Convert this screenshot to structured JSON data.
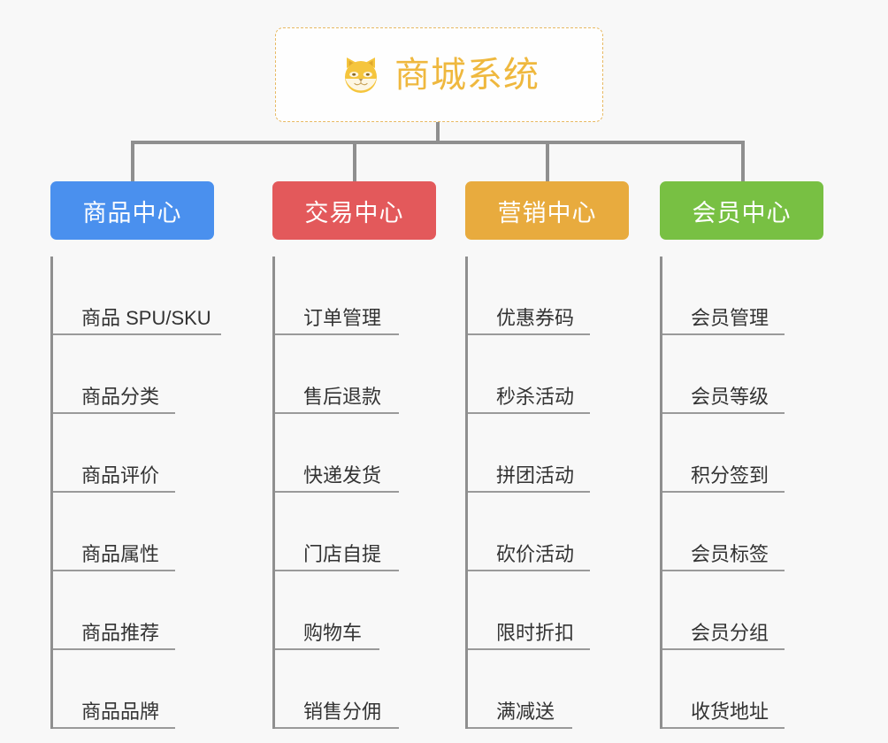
{
  "root": {
    "title": "商城系统",
    "logo_icon": "shiba-dog-icon",
    "title_color": "#efb83e",
    "border_color": "#e8b962"
  },
  "connector_color": "#8f8f8f",
  "background_color": "#f8f8f8",
  "columns": [
    {
      "title": "商品中心",
      "color": "#4a90ee",
      "items": [
        "商品 SPU/SKU",
        "商品分类",
        "商品评价",
        "商品属性",
        "商品推荐",
        "商品品牌"
      ]
    },
    {
      "title": "交易中心",
      "color": "#e3595b",
      "items": [
        "订单管理",
        "售后退款",
        "快递发货",
        "门店自提",
        "购物车",
        "销售分佣"
      ]
    },
    {
      "title": "营销中心",
      "color": "#e8ab3e",
      "items": [
        "优惠券码",
        "秒杀活动",
        "拼团活动",
        "砍价活动",
        "限时折扣",
        "满减送"
      ]
    },
    {
      "title": "会员中心",
      "color": "#78c043",
      "items": [
        "会员管理",
        "会员等级",
        "积分签到",
        "会员标签",
        "会员分组",
        "收货地址"
      ]
    }
  ]
}
